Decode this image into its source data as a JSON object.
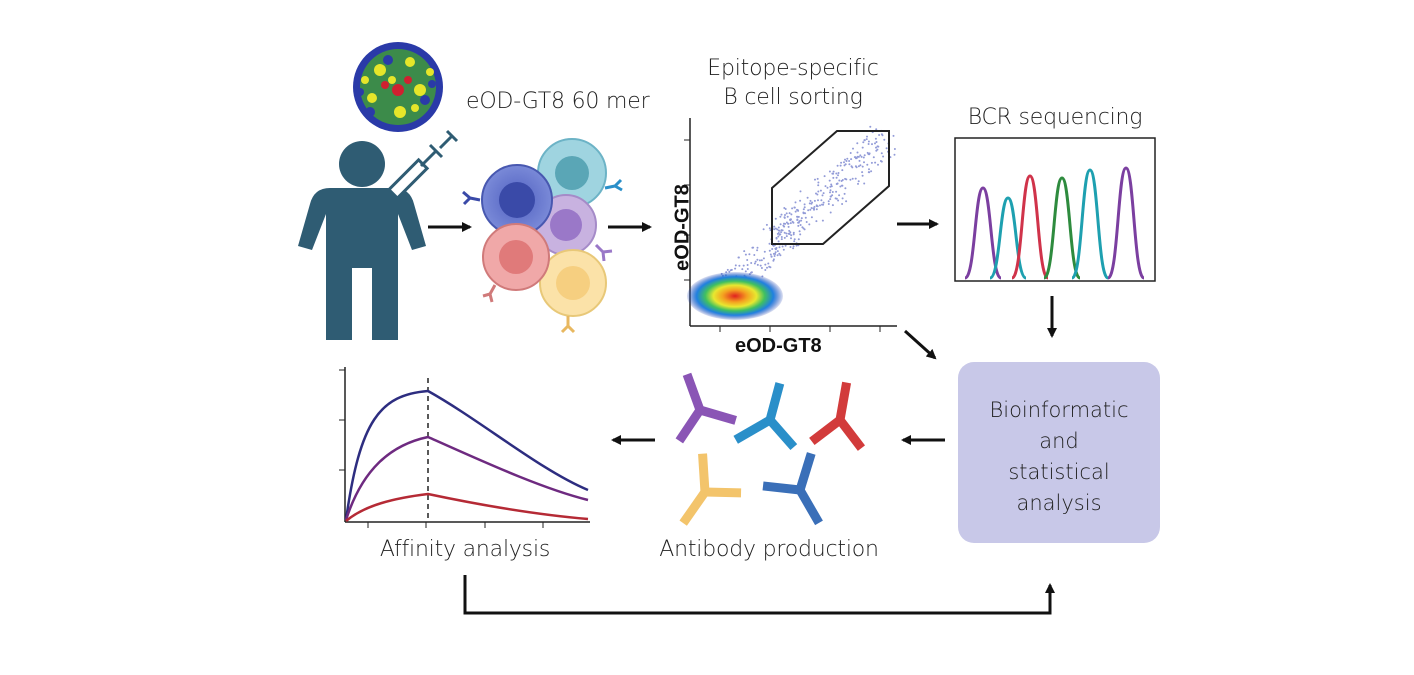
{
  "labels": {
    "immunogen": "eOD-GT8 60 mer",
    "sorting_line1": "Epitope-specific",
    "sorting_line2": "B cell sorting",
    "sorting_x_axis": "eOD-GT8",
    "sorting_y_axis": "eOD-GT8",
    "bcr": "BCR sequencing",
    "bioinfo_lines": [
      "Bioinformatic",
      "and",
      "statistical",
      "analysis"
    ],
    "antibody": "Antibody production",
    "affinity": "Affinity analysis"
  },
  "colors": {
    "person": "#2f5c73",
    "arrow": "#111111",
    "bioinfo_box": "#c8c8e8",
    "curve_blue": "#2d2d80",
    "curve_purple": "#6e2a80",
    "curve_red": "#b52a35",
    "peak_purple": "#7b3fa0",
    "peak_teal": "#1ea0b0",
    "peak_red": "#d0334a",
    "peak_green": "#2e8b3e",
    "ab_purple": "#8a55b5",
    "ab_blue": "#2a8fc9",
    "ab_red": "#d23b3b",
    "ab_yellow": "#f3c46b",
    "ab_navy": "#3a6fb8"
  }
}
